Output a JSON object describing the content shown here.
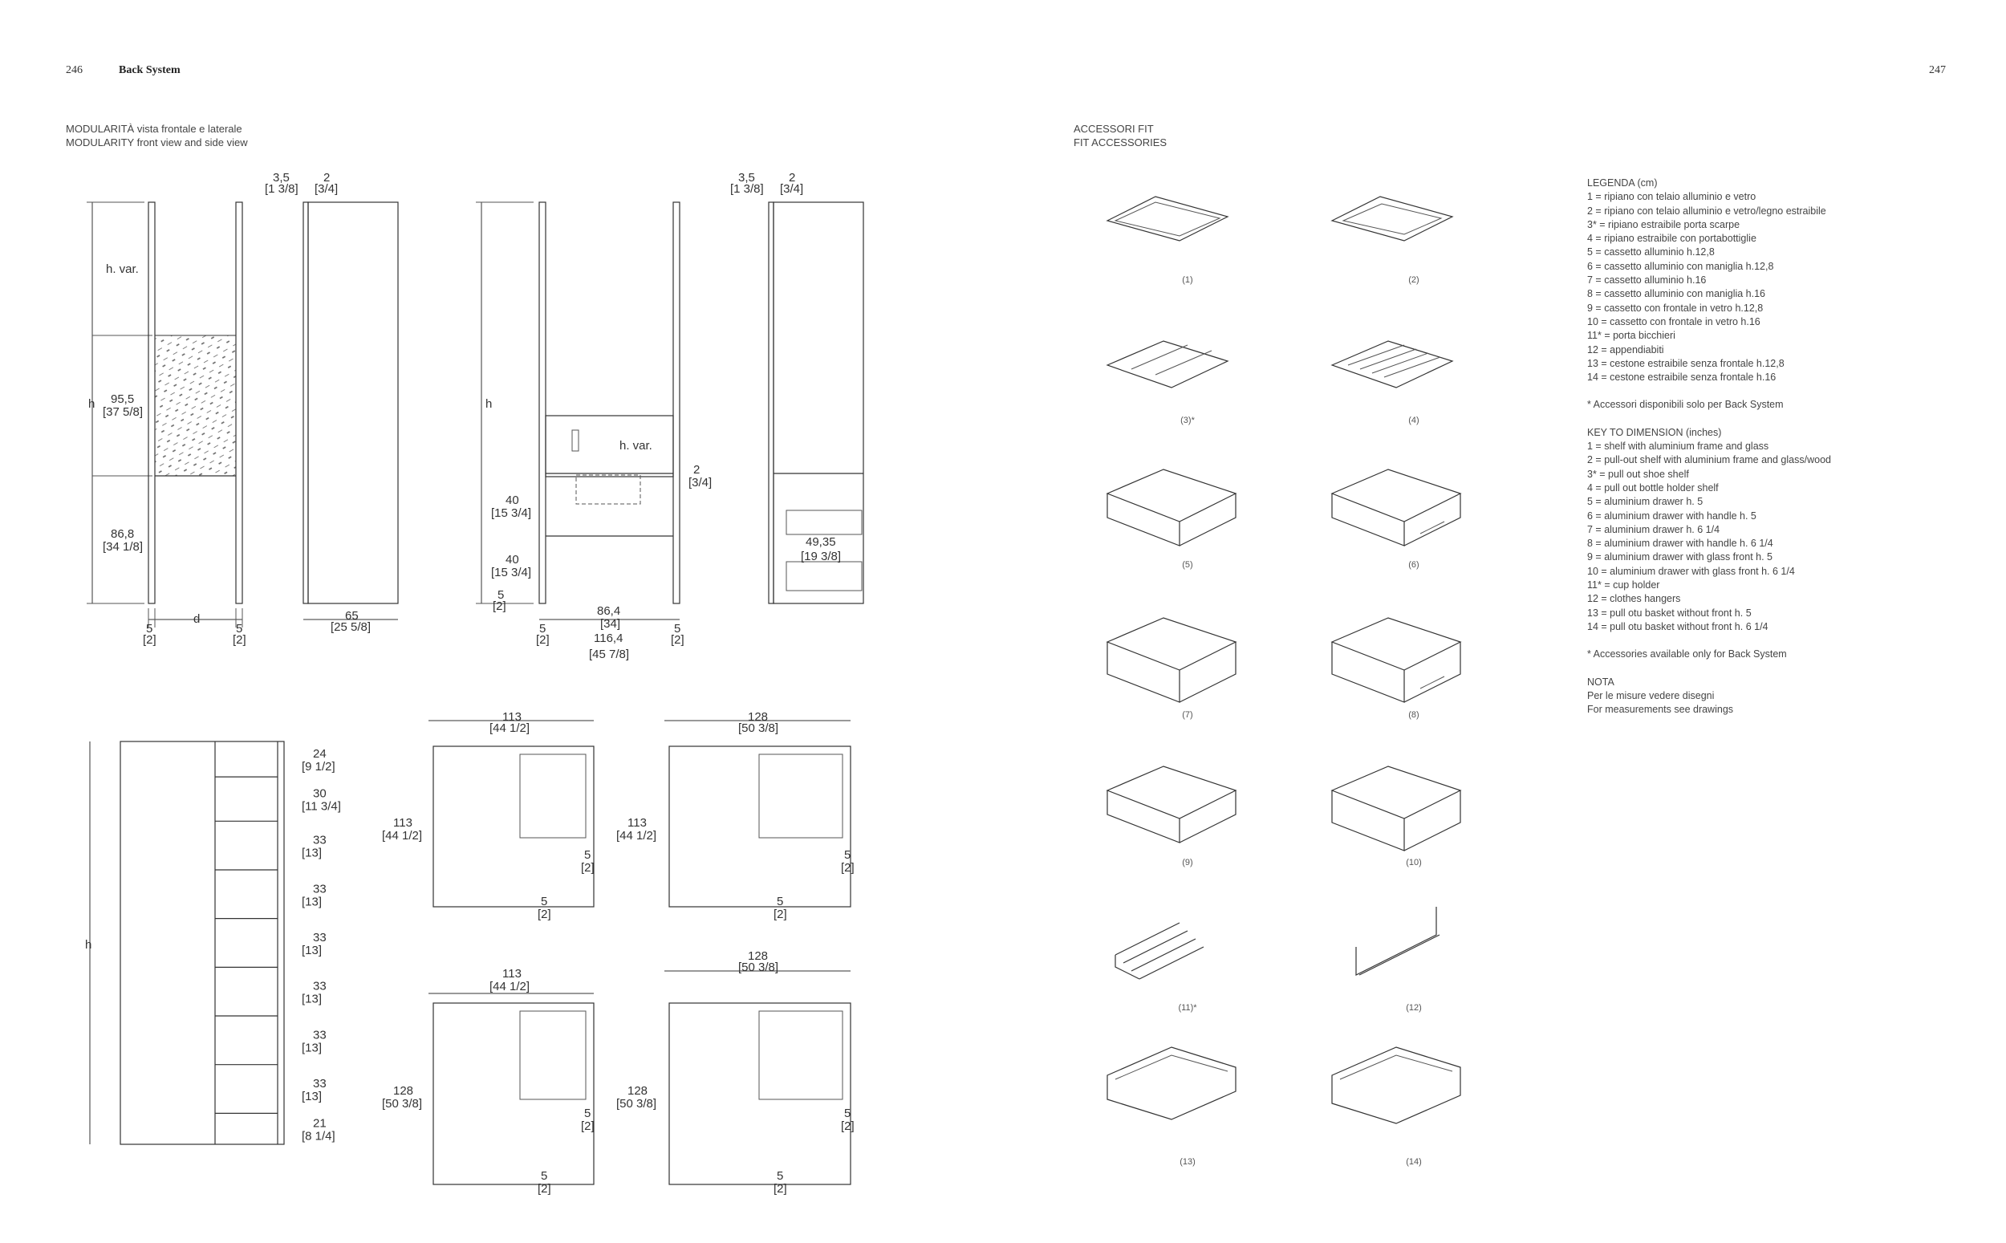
{
  "header": {
    "left_page_number": "246",
    "section_title": "Back System",
    "right_page_number": "247"
  },
  "modularity": {
    "title_it": "MODULARITÀ vista frontale e laterale",
    "title_en": "MODULARITY front view and side view"
  },
  "accessories": {
    "title_it": "ACCESSORI FIT",
    "title_en": "FIT ACCESSORIES",
    "labels": [
      "(1)",
      "(2)",
      "(3)*",
      "(4)",
      "(5)",
      "(6)",
      "(7)",
      "(8)",
      "(9)",
      "(10)",
      "(11)*",
      "(12)",
      "(13)",
      "(14)"
    ]
  },
  "legend_it": {
    "heading": "LEGENDA (cm)",
    "items": [
      "1 = ripiano con telaio alluminio e vetro",
      "2 = ripiano con telaio alluminio e vetro/legno estraibile",
      "3* = ripiano estraibile porta scarpe",
      "4 = ripiano estraibile con portabottiglie",
      "5 = cassetto alluminio h.12,8",
      "6 = cassetto alluminio con maniglia h.12,8",
      "7 = cassetto alluminio h.16",
      "8 = cassetto alluminio con maniglia h.16",
      "9 = cassetto con frontale in vetro h.12,8",
      "10 = cassetto con frontale in vetro h.16",
      "11* = porta bicchieri",
      "12 = appendiabiti",
      "13 = cestone estraibile senza frontale h.12,8",
      "14 = cestone estraibile senza frontale h.16"
    ],
    "note": "* Accessori disponibili solo per Back System"
  },
  "legend_en": {
    "heading": "KEY TO DIMENSION (inches)",
    "items": [
      "1 = shelf with aluminium frame and glass",
      "2 = pull-out shelf with aluminium frame and glass/wood",
      "3* = pull out shoe shelf",
      "4 = pull out bottle holder shelf",
      "5 = aluminium drawer h. 5",
      "6 = aluminium drawer with handle h. 5",
      "7 = aluminium drawer h. 6 1/4",
      "8 = aluminium drawer with handle h. 6 1/4",
      "9 = aluminium drawer with glass front h. 5",
      "10 = aluminium drawer with glass front h. 6 1/4",
      "11* = cup holder",
      "12 = clothes hangers",
      "13 = pull otu basket without front h. 5",
      "14 = pull otu basket without front h. 6 1/4"
    ],
    "note": "* Accessories available only for Back System"
  },
  "nota": {
    "heading": "NOTA",
    "line_it": "Per le misure vedere disegni",
    "line_en": "For measurements see drawings"
  },
  "drawings": {
    "top_dim_a": "3,5",
    "top_dim_a_in": "[1 3/8]",
    "top_dim_b": "2",
    "top_dim_b_in": "[3/4]",
    "h_var": "h. var.",
    "h_label": "h",
    "d_label": "d",
    "d955": "95,5",
    "d955_in": "[37 5/8]",
    "d868": "86,8",
    "d868_in": "[34 1/8]",
    "d5": "5",
    "d5_in": "[2]",
    "d65": "65",
    "d65_in": "[25 5/8]",
    "d40": "40",
    "d40_in": "[15 3/4]",
    "d2": "2",
    "d2_in": "[3/4]",
    "d864": "86,4",
    "d864_in": "[34]",
    "d1164": "116,4",
    "d1164_in": "[45 7/8]",
    "d4935": "49,35",
    "d4935_in": "[19 3/8]",
    "shelves": [
      {
        "v": "24",
        "in": "[9 1/2]"
      },
      {
        "v": "30",
        "in": "[11 3/4]"
      },
      {
        "v": "33",
        "in": "[13]"
      },
      {
        "v": "33",
        "in": "[13]"
      },
      {
        "v": "33",
        "in": "[13]"
      },
      {
        "v": "33",
        "in": "[13]"
      },
      {
        "v": "33",
        "in": "[13]"
      },
      {
        "v": "33",
        "in": "[13]"
      },
      {
        "v": "21",
        "in": "[8 1/4]"
      }
    ],
    "d113": "113",
    "d113_in": "[44 1/2]",
    "d128": "128",
    "d128_in": "[50 3/8]"
  }
}
